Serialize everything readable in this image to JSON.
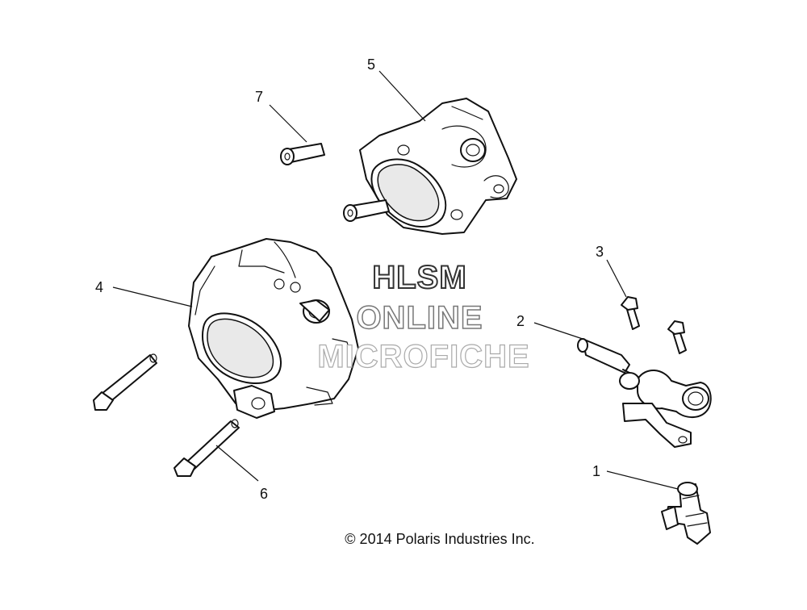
{
  "callouts": [
    "1",
    "2",
    "3",
    "4",
    "5",
    "6",
    "7"
  ],
  "watermark": {
    "line1": "HLSM",
    "line2": "ONLINE",
    "line3": "MICROFICHE"
  },
  "copyright": "© 2014 Polaris Industries Inc."
}
